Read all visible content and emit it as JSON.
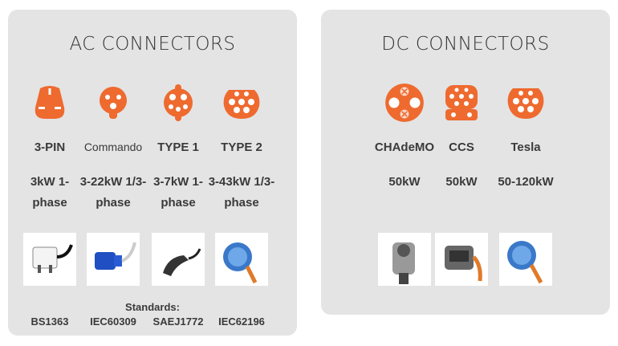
{
  "ac": {
    "title": "AC CONNECTORS",
    "standards_label": "Standards:",
    "connectors": [
      {
        "name": "3-PIN",
        "power": "3kW 1-phase",
        "standard": "BS1363",
        "icon": "uk-plug-icon"
      },
      {
        "name": "Commando",
        "power": "3-22kW 1/3-phase",
        "standard": "IEC60309",
        "icon": "commando-plug-icon"
      },
      {
        "name": "TYPE 1",
        "power": "3-7kW 1-phase",
        "standard": "SAEJ1772",
        "icon": "type1-plug-icon"
      },
      {
        "name": "TYPE 2",
        "power": "3-43kW 1/3-phase",
        "standard": "IEC62196",
        "icon": "type2-plug-icon"
      }
    ]
  },
  "dc": {
    "title": "DC CONNECTORS",
    "connectors": [
      {
        "name": "CHAdeMO",
        "power": "50kW",
        "icon": "chademo-plug-icon"
      },
      {
        "name": "CCS",
        "power": "50kW",
        "icon": "ccs-plug-icon"
      },
      {
        "name": "Tesla",
        "power": "50-120kW",
        "icon": "tesla-plug-icon"
      }
    ]
  },
  "colors": {
    "accent": "#ee6a2f",
    "panel": "#e4e4e4",
    "text": "#3a3a3a"
  }
}
